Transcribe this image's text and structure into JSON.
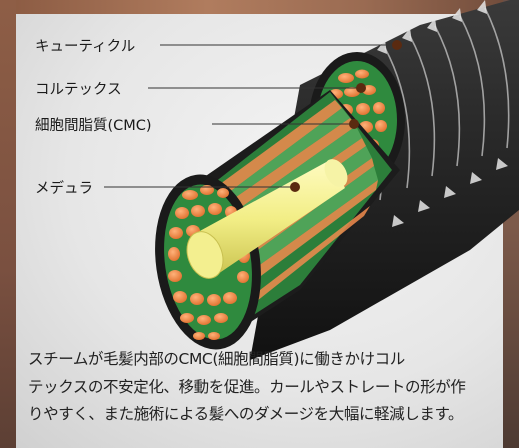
{
  "labels": {
    "cuticle": "キューティクル",
    "cortex": "コルテックス",
    "cmc": "細胞間脂質(CMC)",
    "medulla": "メデュラ"
  },
  "description": {
    "line1": "スチームが毛髪内部のCMC(細胞間脂質)に働きかけコル",
    "line2": "テックスの不安定化、移動を促進。カールやストレートの形が作",
    "line3": "りやすく、また施術による髪へのダメージを大幅に軽減します。"
  },
  "colors": {
    "cuticle": "#1c1c1c",
    "cortex_cells": "#f08a4b",
    "cmc_matrix": "#2f8a3e",
    "medulla": "#f2f08a",
    "marker": "#5a2a10"
  }
}
